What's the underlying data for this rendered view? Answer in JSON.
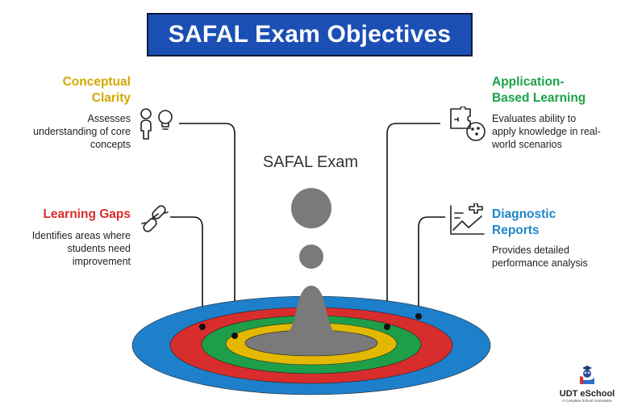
{
  "title": "SAFAL Exam Objectives",
  "center_label": "SAFAL Exam",
  "objectives": {
    "conceptual": {
      "heading_line1": "Conceptual",
      "heading_line2": "Clarity",
      "desc_line1": "Assesses",
      "desc_line2": "understanding of core",
      "desc_line3": "concepts",
      "color": "#d4a800",
      "icon": "people-idea-icon"
    },
    "gaps": {
      "heading": "Learning Gaps",
      "desc_line1": "Identifies areas where",
      "desc_line2": "students need",
      "desc_line3": "improvement",
      "color": "#d92b2b",
      "icon": "broken-link-icon"
    },
    "application": {
      "heading_line1": "Application-",
      "heading_line2": "Based Learning",
      "desc_line1": "Evaluates ability to",
      "desc_line2": "apply knowledge in real-",
      "desc_line3": "world scenarios",
      "color": "#1aa346",
      "icon": "puzzle-face-icon"
    },
    "diagnostic": {
      "heading_line1": "Diagnostic",
      "heading_line2": "Reports",
      "desc_line1": "Provides detailed",
      "desc_line2": "performance analysis",
      "color": "#1f86c9",
      "icon": "chart-plus-icon"
    }
  },
  "brand": {
    "name": "UDT eSchool",
    "tagline": "A Complete School Automation"
  },
  "colors": {
    "title_bg": "#1b4fb3",
    "ring_blue": "#1e7fcb",
    "ring_red": "#d82d2d",
    "ring_green": "#1f9e4a",
    "ring_yellow": "#e2b900",
    "gray": "#7a7a7a"
  }
}
